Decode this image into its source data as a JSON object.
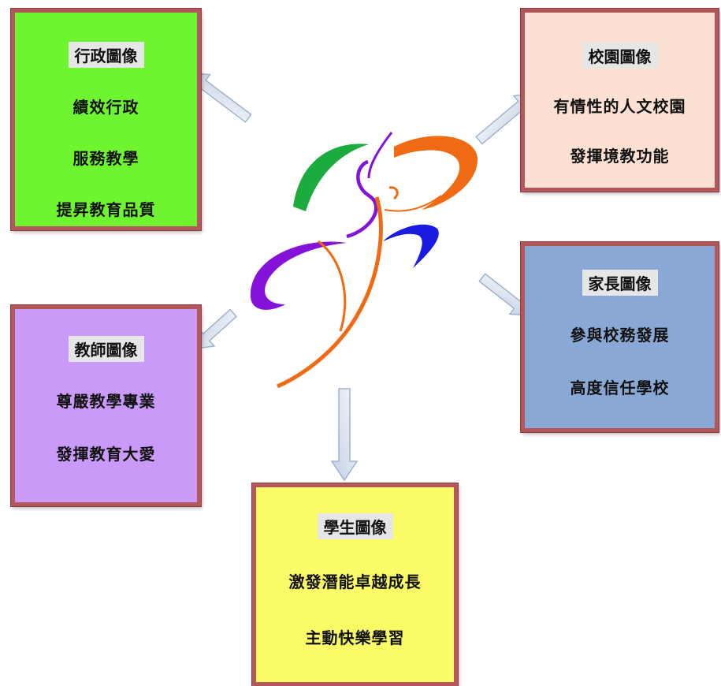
{
  "admin": {
    "title": "行政圖像",
    "lines": [
      "績效行政",
      "服務教學",
      "提昇教育品質"
    ]
  },
  "campus": {
    "title": "校園圖像",
    "lines": [
      "有情性的人文校園",
      "發揮境教功能"
    ]
  },
  "parent": {
    "title": "家長圖像",
    "lines": [
      "參與校務發展",
      "高度信任學校"
    ]
  },
  "teacher": {
    "title": "教師圖像",
    "lines": [
      "尊嚴教學專業",
      "發揮教育大愛"
    ]
  },
  "student": {
    "title": "學生圖像",
    "lines": [
      "激發潛能卓越成長",
      "主動快樂學習"
    ]
  },
  "colors": {
    "admin_bg": "#6ef52f",
    "campus_bg": "#fbe0d3",
    "parent_bg": "#89a8d5",
    "teacher_bg": "#c99af7",
    "student_bg": "#fafb66",
    "border": "#b4575b",
    "logo_green": "#1cab3e",
    "logo_orange": "#ef6a12",
    "logo_blue": "#1a1ae0",
    "logo_purple": "#8512d8",
    "arrow_fill": "#dfe7f2",
    "arrow_stroke": "#9fb3cc"
  }
}
